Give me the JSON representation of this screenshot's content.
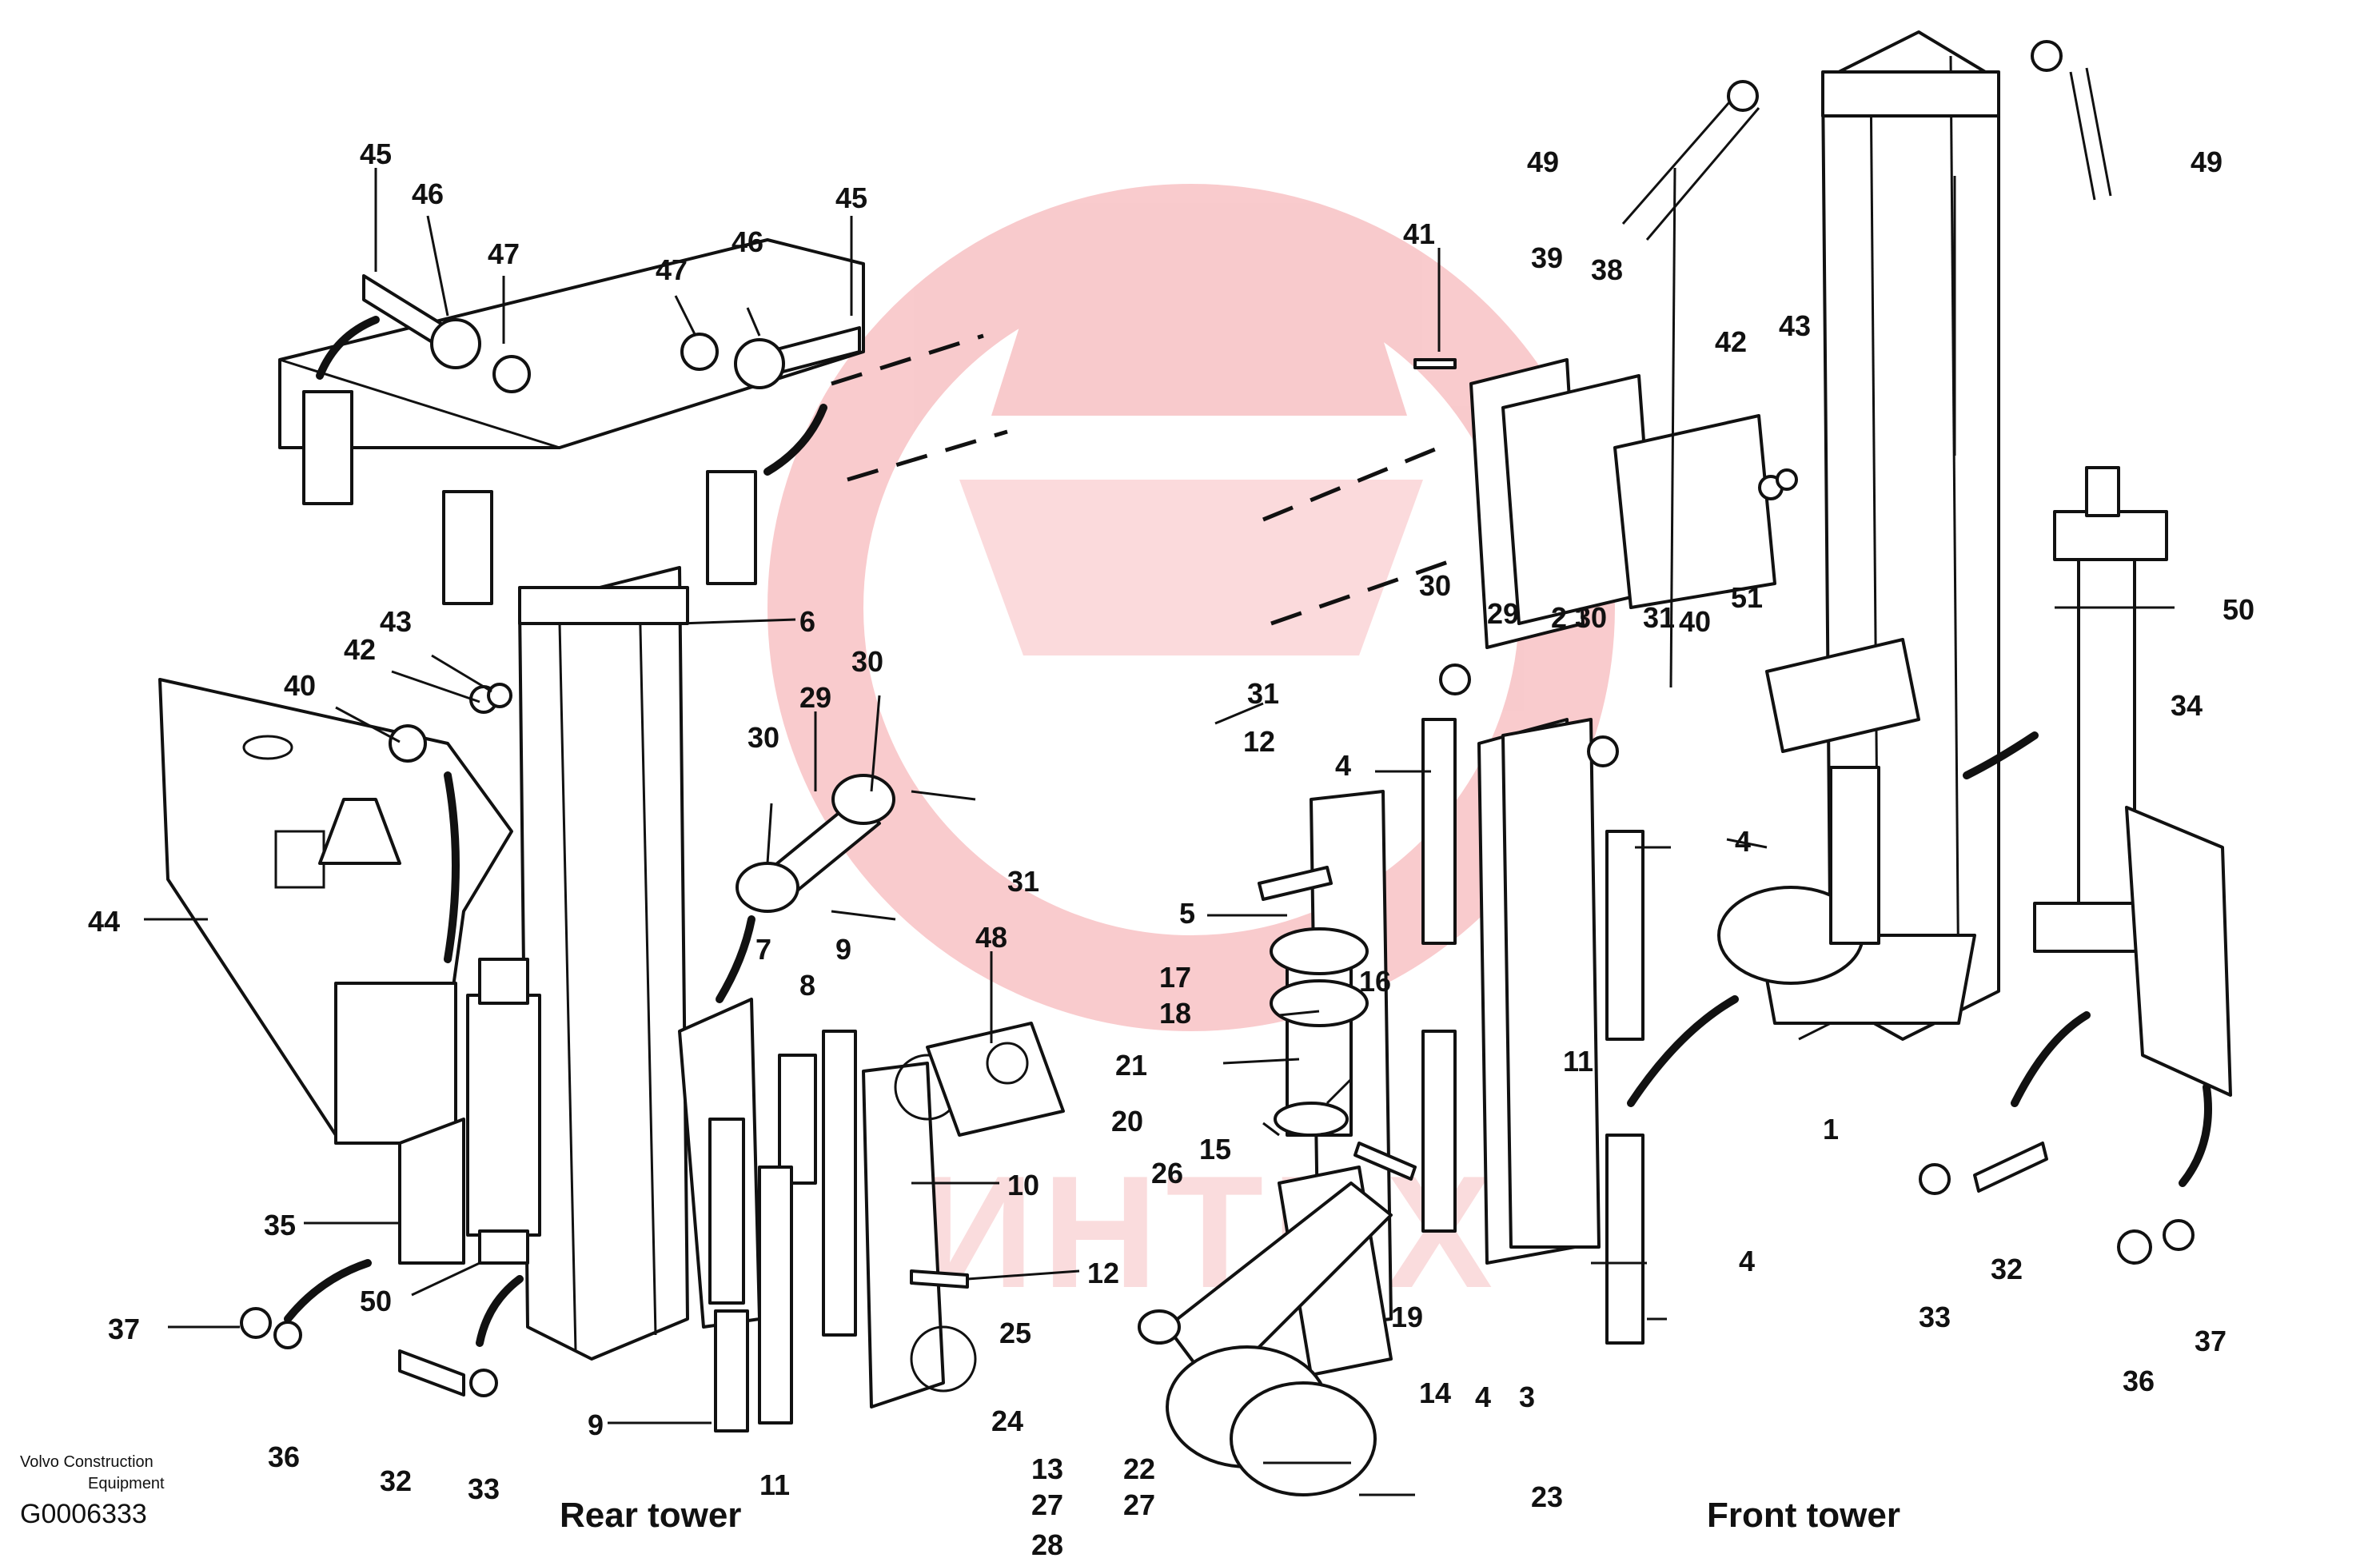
{
  "credits": {
    "manufacturer_line1": "Volvo Construction",
    "manufacturer_line2": "Equipment",
    "document_id": "G0006333"
  },
  "captions": {
    "rear": "Rear tower",
    "front": "Front tower"
  },
  "watermark": {
    "text": "ИНТЕХ",
    "color": "#e8454b"
  },
  "callouts": {
    "c1": "1",
    "c2": "2",
    "c3": "3",
    "c4a": "4",
    "c4b": "4",
    "c4c": "4",
    "c4d": "4",
    "c5": "5",
    "c6": "6",
    "c7": "7",
    "c8": "8",
    "c9a": "9",
    "c9b": "9",
    "c10": "10",
    "c11a": "11",
    "c11b": "11",
    "c12a": "12",
    "c12b": "12",
    "c13": "13",
    "c14": "14",
    "c15": "15",
    "c16": "16",
    "c17": "17",
    "c18": "18",
    "c19": "19",
    "c20": "20",
    "c21": "21",
    "c22": "22",
    "c23": "23",
    "c24": "24",
    "c25": "25",
    "c26": "26",
    "c27a": "27",
    "c27b": "27",
    "c28": "28",
    "c29a": "29",
    "c29b": "29",
    "c30a": "30",
    "c30b": "30",
    "c30c": "30",
    "c30d": "30",
    "c31a": "31",
    "c31b": "31",
    "c31c": "31",
    "c32a": "32",
    "c32b": "32",
    "c33a": "33",
    "c33b": "33",
    "c34": "34",
    "c35": "35",
    "c36a": "36",
    "c36b": "36",
    "c37a": "37",
    "c37b": "37",
    "c38": "38",
    "c39": "39",
    "c40a": "40",
    "c40b": "40",
    "c41": "41",
    "c42a": "42",
    "c42b": "42",
    "c43a": "43",
    "c43b": "43",
    "c44": "44",
    "c45a": "45",
    "c45b": "45",
    "c46a": "46",
    "c46b": "46",
    "c47a": "47",
    "c47b": "47",
    "c48": "48",
    "c49a": "49",
    "c49b": "49",
    "c50a": "50",
    "c50b": "50",
    "c51": "51"
  }
}
